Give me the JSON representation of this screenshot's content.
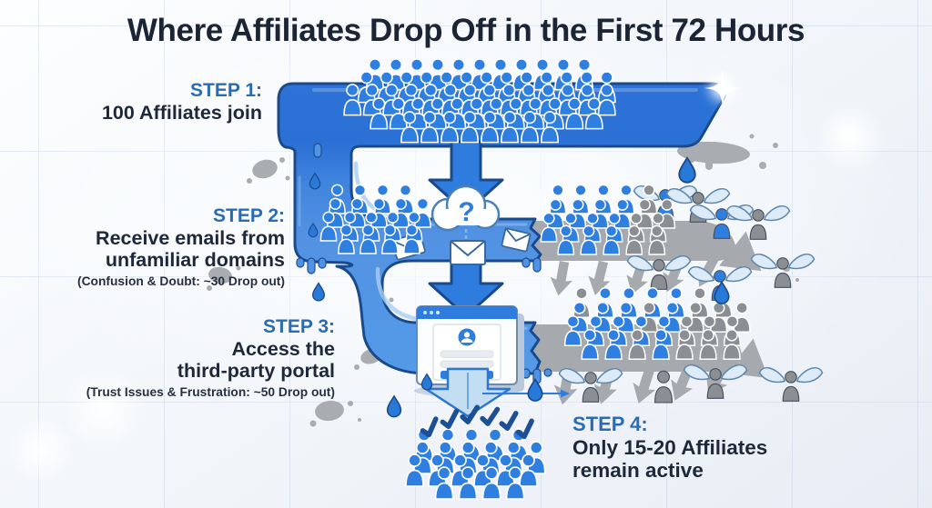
{
  "title": "Where Affiliates Drop Off in the First 72 Hours",
  "steps": [
    {
      "label": "STEP 1:",
      "lines": [
        "100 Affiliates join"
      ],
      "note": null
    },
    {
      "label": "STEP 2:",
      "lines": [
        "Receive emails from",
        "unfamiliar domains"
      ],
      "note": "(Confusion & Doubt: ~30 Drop out)"
    },
    {
      "label": "STEP 3:",
      "lines": [
        "Access the",
        "third-party portal"
      ],
      "note": "(Trust Issues & Frustration: ~50 Drop out)"
    },
    {
      "label": "STEP 4:",
      "lines": [
        "Only 15-20 Affiliates",
        "remain active"
      ],
      "note": null
    }
  ],
  "cloud": {
    "symbol": "?"
  },
  "icons": {
    "cloud": "question-cloud-icon",
    "envelopes": "envelope-icon",
    "portal": "portal-window-icon",
    "checkmarks": "checkmark-icon",
    "droplets": "droplet-icon",
    "winged_people": "flying-away-affiliate-icon",
    "crowds": "affiliate-crowd-icon",
    "sparkle": "sparkle-icon"
  },
  "colors": {
    "funnel_blue": "#2e7cde",
    "funnel_outline": "#1b4a8c",
    "bar_light_blue": "#5b9ce5",
    "dropout_gray": "#a6a9ad",
    "people_blue": "#2e7fe0",
    "people_gray": "#8b8f94",
    "accent_blue_text": "#2a6cb4",
    "heading_navy": "#1c2535",
    "light_arrow_fill": "#c3ddf3"
  }
}
